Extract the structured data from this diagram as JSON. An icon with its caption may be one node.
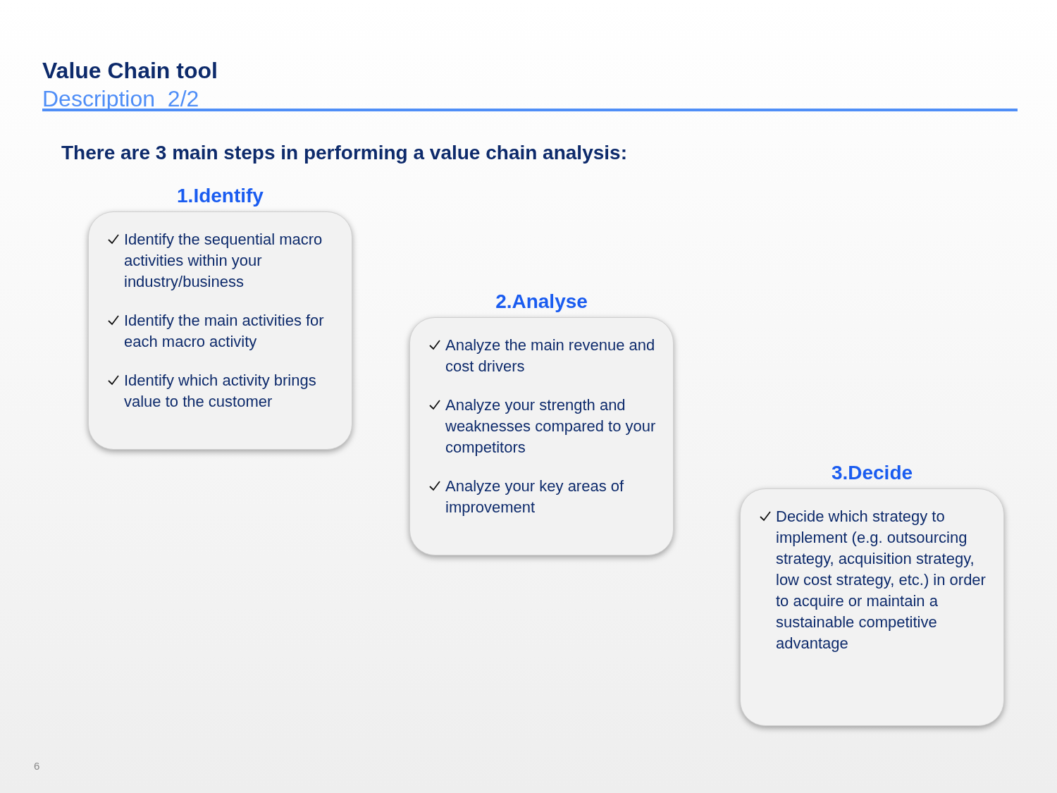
{
  "diagram": {
    "title": "Value Chain tool",
    "nodes": [
      {
        "text": [
          "1.Identify",
          "Identify the sequential macro activities within your industry/business",
          "Identify the main activities for each macro activity",
          "Identify which activity brings value to the customer"
        ]
      },
      {
        "text": [
          "2.Analyse",
          "Analyze the main revenue and cost drivers",
          "Analyze your strength and weaknesses compared to your competitors",
          "Analyze your key areas of improvement"
        ]
      },
      {
        "text": [
          "3.Decide",
          "Decide which strategy to implement (e.g. outsourcing strategy, acquisition strategy, low cost strategy, etc.) in order to acquire or maintain a sustainable competitive advantage"
        ]
      }
    ],
    "labels": [
      "Description  2/2",
      "There are 3 main steps in performing a value chain analysis:",
      "6"
    ]
  }
}
